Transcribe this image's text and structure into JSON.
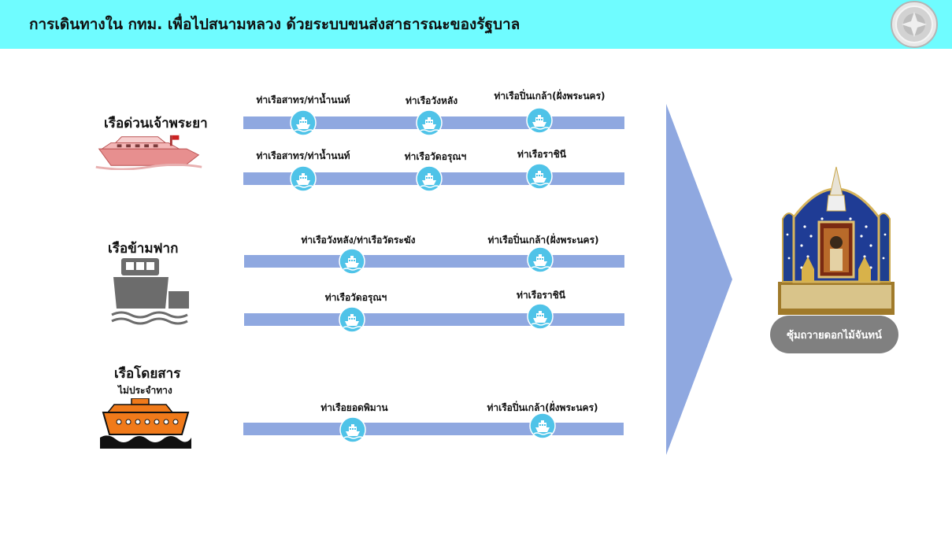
{
  "header": {
    "title": "การเดินทางใน กทม. เพื่อไปสนามหลวง ด้วยระบบขนส่งสาธารณะของรัฐบาล"
  },
  "modes": {
    "express": {
      "label": "เรือด่วนเจ้าพระยา"
    },
    "ferry": {
      "label": "เรือข้ามฟาก"
    },
    "nonscheduled": {
      "label": "เรือโดยสาร",
      "sublabel": "ไม่ประจำทาง"
    }
  },
  "routes": {
    "express_1": [
      "ท่าเรือสาทร/ท่าน้ำนนท์",
      "ท่าเรือวังหลัง",
      "ท่าเรือปิ่นเกล้า(ฝั่งพระนคร)"
    ],
    "express_2": [
      "ท่าเรือสาทร/ท่าน้ำนนท์",
      "ท่าเรือวัดอรุณฯ",
      "ท่าเรือราชินี"
    ],
    "ferry_1": [
      "ท่าเรือวังหลัง/ท่าเรือวัดระฆัง",
      "ท่าเรือปิ่นเกล้า(ฝั่งพระนคร)"
    ],
    "ferry_2": [
      "ท่าเรือวัดอรุณฯ",
      "ท่าเรือราชินี"
    ],
    "nonscheduled_1": [
      "ท่าเรือยอดพิมาน",
      "ท่าเรือปิ่นเกล้า(ฝั่งพระนคร)"
    ]
  },
  "destination": {
    "label": "ซุ้มถวายดอกไม้จันทน์"
  },
  "colors": {
    "header": "#6ffcff",
    "route_line": "#8fa8e0",
    "arrow": "#8fa8e0",
    "stop_icon": "#4fc3e8",
    "pill": "#808080"
  },
  "icons": {
    "stop": "boat-stop-icon",
    "seal": "government-seal-icon"
  }
}
